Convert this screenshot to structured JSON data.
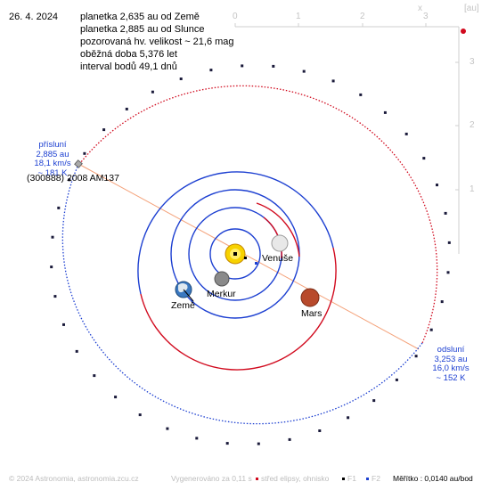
{
  "header": {
    "date": "26. 4. 2024",
    "lines": [
      "planetka 2,635 au od Země",
      "planetka 2,885 au od Slunce",
      "pozorovaná hv. velikost ~ 21,6 mag",
      "oběžná doba 5,376 let",
      "interval bodů 49,1 dnů"
    ]
  },
  "axes": {
    "x_ticks": [
      "0",
      "1",
      "2",
      "3"
    ],
    "x_label": "x",
    "y_ticks": [
      "3",
      "2",
      "1"
    ],
    "y_label": "[au]"
  },
  "asteroid": {
    "name": "(300888) 2008 AM137",
    "perihelion": [
      "přísluní",
      "2,885 au",
      "18,1 km/s",
      "~ 181 K"
    ],
    "aphelion": [
      "odsluní",
      "3,253 au",
      "16,0 km/s",
      "~ 152 K"
    ]
  },
  "planets": {
    "sun": "",
    "venus": "Venuše",
    "mercury": "Merkur",
    "earth": "Země",
    "mars": "Mars"
  },
  "footer": {
    "copyright": "© 2024 Astronomia, astronomia.zcu.cz",
    "generated": "Vygenerováno za 0,11 s",
    "legend_center": "střed elipsy, ohnisko",
    "legend_f1": "F1",
    "legend_f2": "F2",
    "scale": "Měřítko : 0,0140 au/bod"
  },
  "colors": {
    "orbit_above": "#d10a1e",
    "orbit_below": "#1c3fd1",
    "apsis_line": "#f4a27a",
    "sun": "#f7d200",
    "mars": "#b84a2c",
    "venus": "#e8e8e8",
    "mercury": "#8a8a8a",
    "earth": "#3a78c0"
  }
}
